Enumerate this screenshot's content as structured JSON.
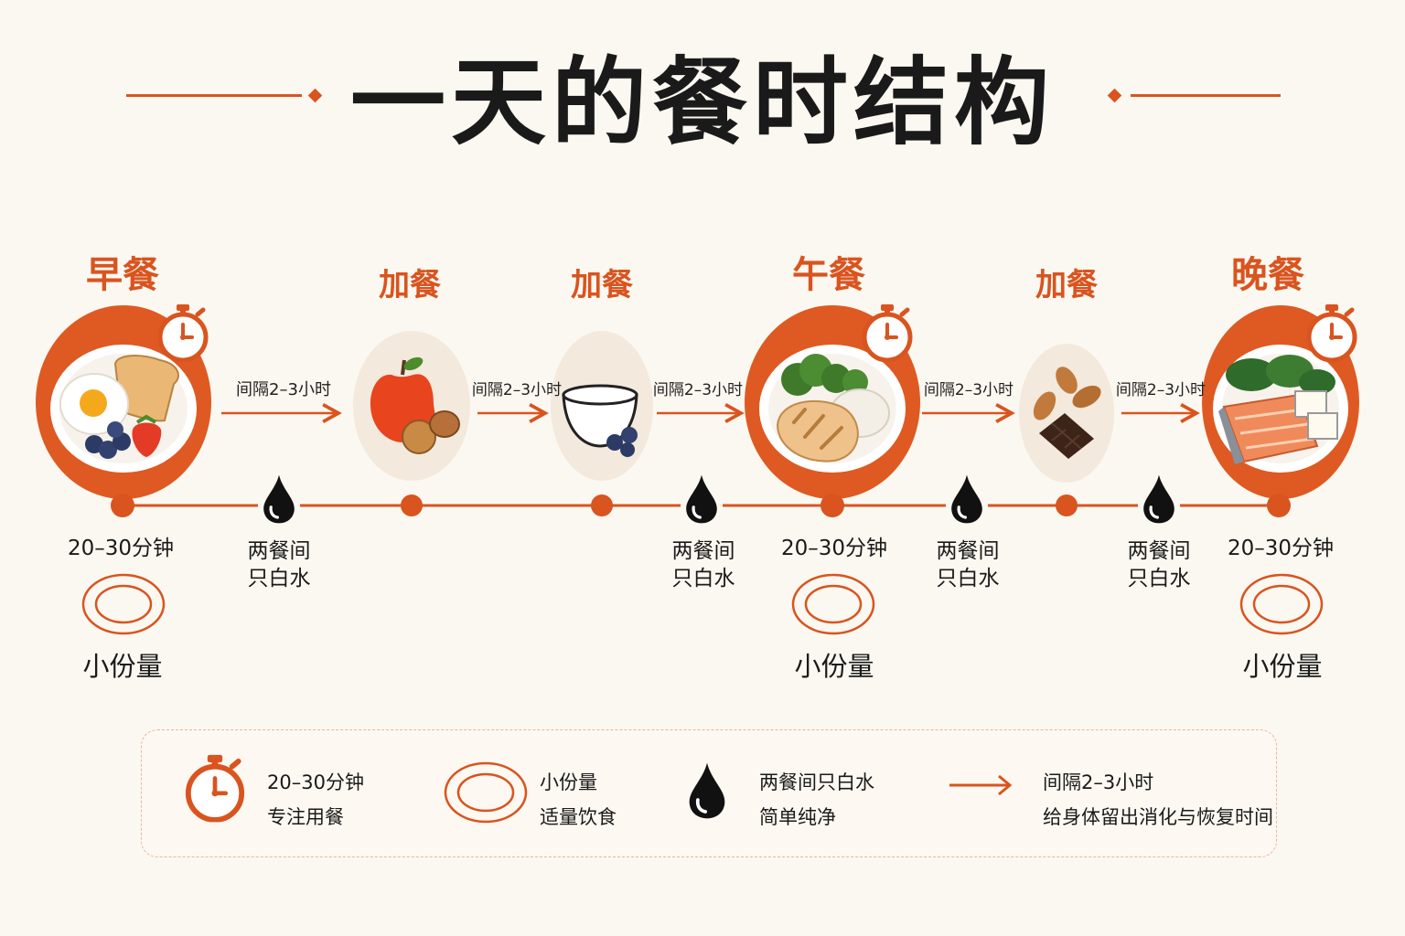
{
  "title": "一天的餐时结构",
  "colors": {
    "accent": "#d9541f",
    "ink": "#1a1a1a",
    "background": "#fbf8f1"
  },
  "meals": [
    {
      "label": "早餐",
      "duration": "20–30分钟",
      "portion": "小份量",
      "icon": "breakfast-plate"
    },
    {
      "label": "午餐",
      "duration": "20–30分钟",
      "portion": "小份量",
      "icon": "lunch-plate"
    },
    {
      "label": "晚餐",
      "duration": "20–30分钟",
      "portion": "小份量",
      "icon": "dinner-plate"
    }
  ],
  "snacks": [
    {
      "label": "加餐",
      "icon": "apple-walnut"
    },
    {
      "label": "加餐",
      "icon": "yogurt-blueberry"
    },
    {
      "label": "加餐",
      "icon": "almond-chocolate"
    }
  ],
  "intervals": [
    "间隔2–3小时",
    "间隔2–3小时",
    "间隔2–3小时",
    "间隔2–3小时",
    "间隔2–3小时"
  ],
  "water": [
    {
      "line1": "两餐间",
      "line2": "只白水"
    },
    {
      "line1": "两餐间",
      "line2": "只白水"
    },
    {
      "line1": "两餐间",
      "line2": "只白水"
    },
    {
      "line1": "两餐间",
      "line2": "只白水"
    }
  ],
  "legend": [
    {
      "icon": "stopwatch-icon",
      "line1": "20–30分钟",
      "line2": "专注用餐"
    },
    {
      "icon": "plate-icon",
      "line1": "小份量",
      "line2": "适量饮食"
    },
    {
      "icon": "water-drop-icon",
      "line1": "两餐间只白水",
      "line2": "简单纯净"
    },
    {
      "icon": "arrow-icon",
      "line1": "间隔2–3小时",
      "line2": "给身体留出消化与恢复时间"
    }
  ]
}
